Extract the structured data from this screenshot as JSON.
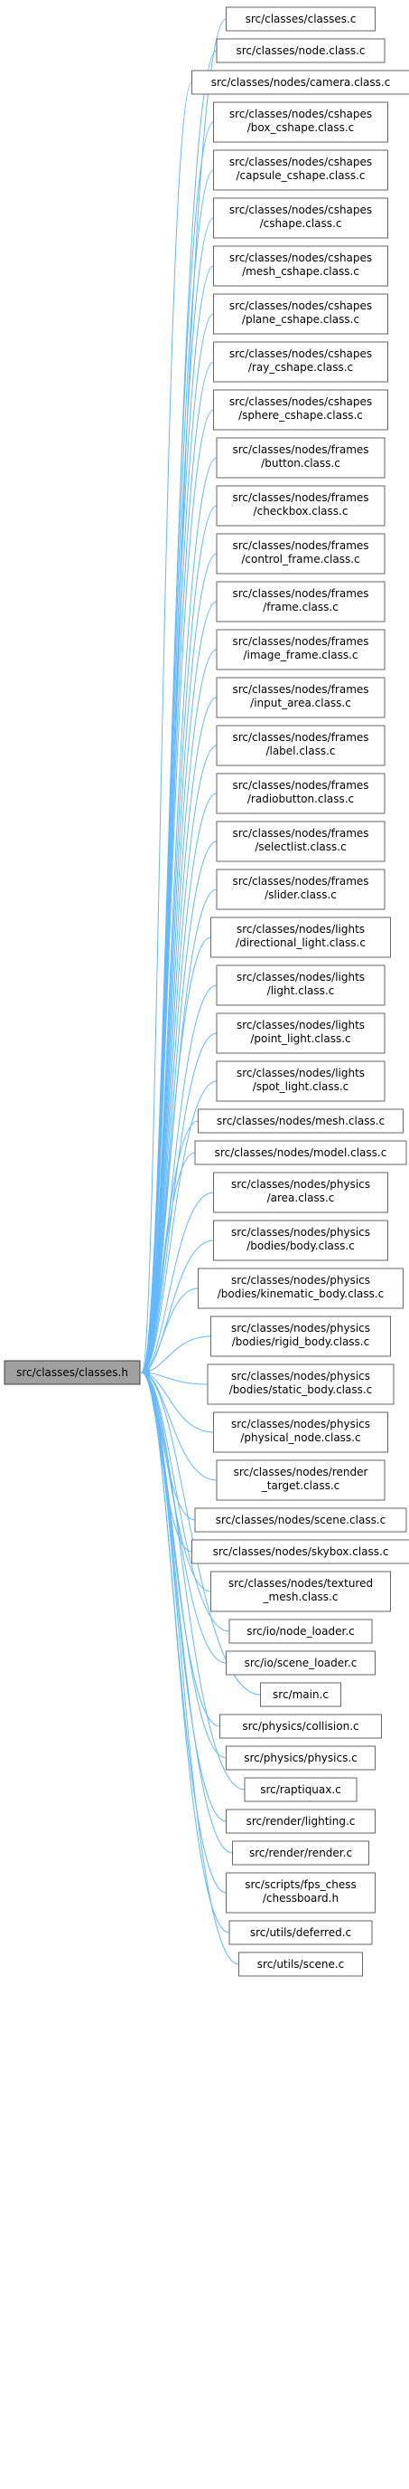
{
  "source": {
    "label": "src/classes/classes.h",
    "fill": "#a0a0a0",
    "stroke": "#404040"
  },
  "edge_color": "#63b8ff",
  "dependents": [
    [
      "src/classes/classes.c"
    ],
    [
      "src/classes/node.class.c"
    ],
    [
      "src/classes/nodes/camera.class.c"
    ],
    [
      "src/classes/nodes/cshapes",
      "/box_cshape.class.c"
    ],
    [
      "src/classes/nodes/cshapes",
      "/capsule_cshape.class.c"
    ],
    [
      "src/classes/nodes/cshapes",
      "/cshape.class.c"
    ],
    [
      "src/classes/nodes/cshapes",
      "/mesh_cshape.class.c"
    ],
    [
      "src/classes/nodes/cshapes",
      "/plane_cshape.class.c"
    ],
    [
      "src/classes/nodes/cshapes",
      "/ray_cshape.class.c"
    ],
    [
      "src/classes/nodes/cshapes",
      "/sphere_cshape.class.c"
    ],
    [
      "src/classes/nodes/frames",
      "/button.class.c"
    ],
    [
      "src/classes/nodes/frames",
      "/checkbox.class.c"
    ],
    [
      "src/classes/nodes/frames",
      "/control_frame.class.c"
    ],
    [
      "src/classes/nodes/frames",
      "/frame.class.c"
    ],
    [
      "src/classes/nodes/frames",
      "/image_frame.class.c"
    ],
    [
      "src/classes/nodes/frames",
      "/input_area.class.c"
    ],
    [
      "src/classes/nodes/frames",
      "/label.class.c"
    ],
    [
      "src/classes/nodes/frames",
      "/radiobutton.class.c"
    ],
    [
      "src/classes/nodes/frames",
      "/selectlist.class.c"
    ],
    [
      "src/classes/nodes/frames",
      "/slider.class.c"
    ],
    [
      "src/classes/nodes/lights",
      "/directional_light.class.c"
    ],
    [
      "src/classes/nodes/lights",
      "/light.class.c"
    ],
    [
      "src/classes/nodes/lights",
      "/point_light.class.c"
    ],
    [
      "src/classes/nodes/lights",
      "/spot_light.class.c"
    ],
    [
      "src/classes/nodes/mesh.class.c"
    ],
    [
      "src/classes/nodes/model.class.c"
    ],
    [
      "src/classes/nodes/physics",
      "/area.class.c"
    ],
    [
      "src/classes/nodes/physics",
      "/bodies/body.class.c"
    ],
    [
      "src/classes/nodes/physics",
      "/bodies/kinematic_body.class.c"
    ],
    [
      "src/classes/nodes/physics",
      "/bodies/rigid_body.class.c"
    ],
    [
      "src/classes/nodes/physics",
      "/bodies/static_body.class.c"
    ],
    [
      "src/classes/nodes/physics",
      "/physical_node.class.c"
    ],
    [
      "src/classes/nodes/render",
      "_target.class.c"
    ],
    [
      "src/classes/nodes/scene.class.c"
    ],
    [
      "src/classes/nodes/skybox.class.c"
    ],
    [
      "src/classes/nodes/textured",
      "_mesh.class.c"
    ],
    [
      "src/io/node_loader.c"
    ],
    [
      "src/io/scene_loader.c"
    ],
    [
      "src/main.c"
    ],
    [
      "src/physics/collision.c"
    ],
    [
      "src/physics/physics.c"
    ],
    [
      "src/raptiquax.c"
    ],
    [
      "src/render/lighting.c"
    ],
    [
      "src/render/render.c"
    ],
    [
      "src/scripts/fps_chess",
      "/chessboard.h"
    ],
    [
      "src/utils/deferred.c"
    ],
    [
      "src/utils/scene.c"
    ]
  ]
}
